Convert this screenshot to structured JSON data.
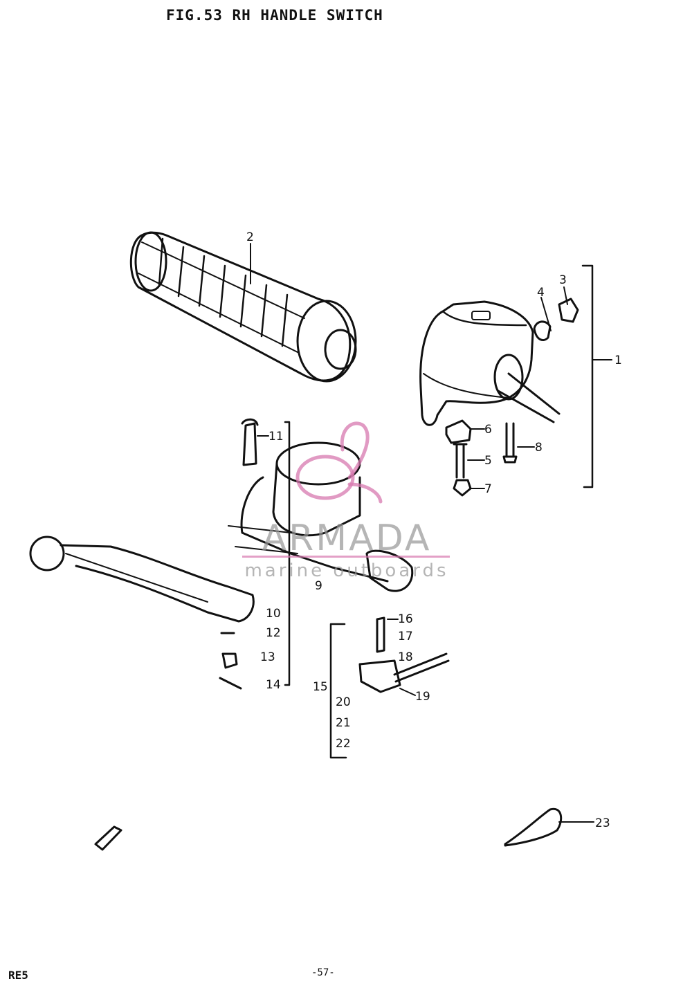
{
  "header": {
    "title": "FIG.53  RH HANDLE SWITCH"
  },
  "watermark": {
    "brand": "ARMADA",
    "subtitle": "marine outboards",
    "accent_color": "#d778af"
  },
  "footer": {
    "model_code": "RE5",
    "page_mark": "-57-"
  },
  "callouts": [
    "1",
    "2",
    "3",
    "4",
    "5",
    "6",
    "7",
    "8",
    "9",
    "10",
    "11",
    "12",
    "13",
    "14",
    "15",
    "16",
    "17",
    "18",
    "19",
    "20",
    "21",
    "22",
    "23"
  ]
}
